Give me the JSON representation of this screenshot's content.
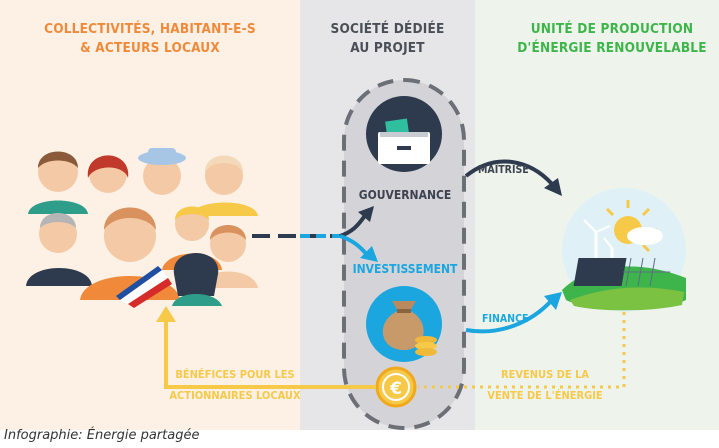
{
  "headers": {
    "left": [
      "COLLECTIVITÉS, HABITANT-E-S",
      "& ACTEURS LOCAUX"
    ],
    "middle": [
      "SOCIÉTÉ DÉDIÉE",
      "AU PROJET"
    ],
    "right": [
      "UNITÉ DE PRODUCTION",
      "D'ÉNERGIE RENOUVELABLE"
    ]
  },
  "labels": {
    "gouvernance": "GOUVERNANCE",
    "investissement": "INVESTISSEMENT",
    "maitrise": "MAÎTRISE",
    "finance": "FINANCE",
    "benefices": [
      "BÉNÉFICES POUR LES",
      "ACTIONNAIRES LOCAUX"
    ],
    "revenus": [
      "REVENUS DE LA",
      "VENTE DE L'ÉNERGIE"
    ]
  },
  "icons": {
    "ballot_box": "ballot-box-icon",
    "money_bag": "money-bag-icon",
    "euro_coin": "euro-coin-icon",
    "renewable_unit": "renewable-energy-icon",
    "mayor_sash": "tricolor-sash"
  },
  "colors": {
    "orange": "#f08a3a",
    "yellow": "#f7c948",
    "blue": "#1ba6e0",
    "navy": "#2e3a4e",
    "green": "#3db54a",
    "gray_panel": "#e6e6e8"
  },
  "caption": "Infographie:  Énergie partagée"
}
